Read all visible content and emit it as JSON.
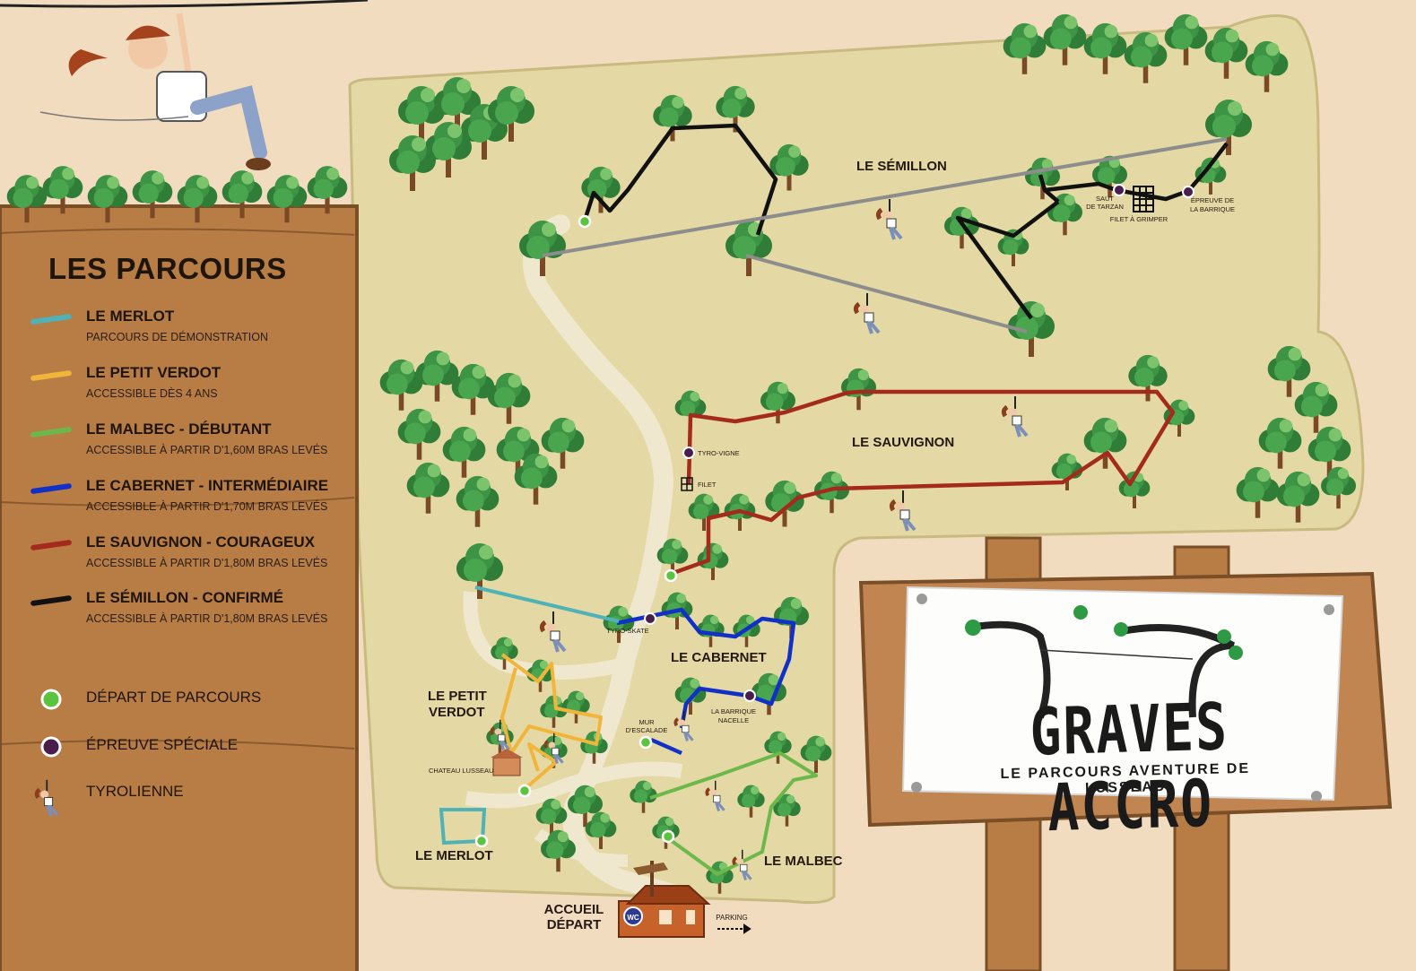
{
  "legend": {
    "title": "LES PARCOURS",
    "courses": [
      {
        "name": "LE MERLOT",
        "sub": "PARCOURS DE DÉMONSTRATION",
        "color": "#4fb2b6"
      },
      {
        "name": "LE PETIT VERDOT",
        "sub": "ACCESSIBLE DÈS 4 ANS",
        "color": "#f1b53b"
      },
      {
        "name": "LE MALBEC - DÉBUTANT",
        "sub": "ACCESSIBLE À PARTIR D'1,60M BRAS LEVÉS",
        "color": "#6cb84a"
      },
      {
        "name": "LE CABERNET - INTERMÉDIAIRE",
        "sub": "ACCESSIBLE À PARTIR D'1,70M BRAS LEVÉS",
        "color": "#1030c8"
      },
      {
        "name": "LE SAUVIGNON - COURAGEUX",
        "sub": "ACCESSIBLE À PARTIR D'1,80M BRAS LEVÉS",
        "color": "#a32a1c"
      },
      {
        "name": "LE SÉMILLON - CONFIRMÉ",
        "sub": "ACCESSIBLE À PARTIR D'1,80M BRAS LEVÉS",
        "color": "#111111"
      }
    ],
    "symbols": [
      {
        "label": "DÉPART DE PARCOURS",
        "icon": "green-dot",
        "color": "#5bc43f"
      },
      {
        "label": "ÉPREUVE SPÉCIALE",
        "icon": "purple-dot",
        "color": "#4a1e4a"
      },
      {
        "label": "TYROLIENNE",
        "icon": "zipline-figure-icon"
      }
    ]
  },
  "map": {
    "course_labels": {
      "semillon": "LE SÉMILLON",
      "sauvignon": "LE SAUVIGNON",
      "cabernet": "LE CABERNET",
      "petit_verdot_1": "LE PETIT",
      "petit_verdot_2": "VERDOT",
      "merlot": "LE MERLOT",
      "malbec": "LE  MALBEC"
    },
    "places": {
      "accueil_1": "ACCUEIL",
      "accueil_2": "DÉPART",
      "wc": "WC",
      "parking": "PARKING",
      "chateau": "CHATEAU LUSSEAU"
    },
    "specials": {
      "saut_1": "SAUT",
      "saut_2": "DE TARZAN",
      "filet_grimper": "FILET À GRIMPER",
      "barrique_1": "ÉPREUVE DE",
      "barrique_2": "LA BARRIQUE",
      "tyro_vigne": "TYRO-VIGNE",
      "filet": "FILET",
      "tyro_skate": "TYRO-SKATE",
      "mur_1": "MUR",
      "mur_2": "D'ESCALADE",
      "barrique_nacelle_1": "LA BARRIQUE",
      "barrique_nacelle_2": "NACELLE"
    }
  },
  "sign": {
    "logo_text": "GRAVES ACCRO",
    "tagline": "LE PARCOURS AVENTURE DE LUSSEAU"
  }
}
